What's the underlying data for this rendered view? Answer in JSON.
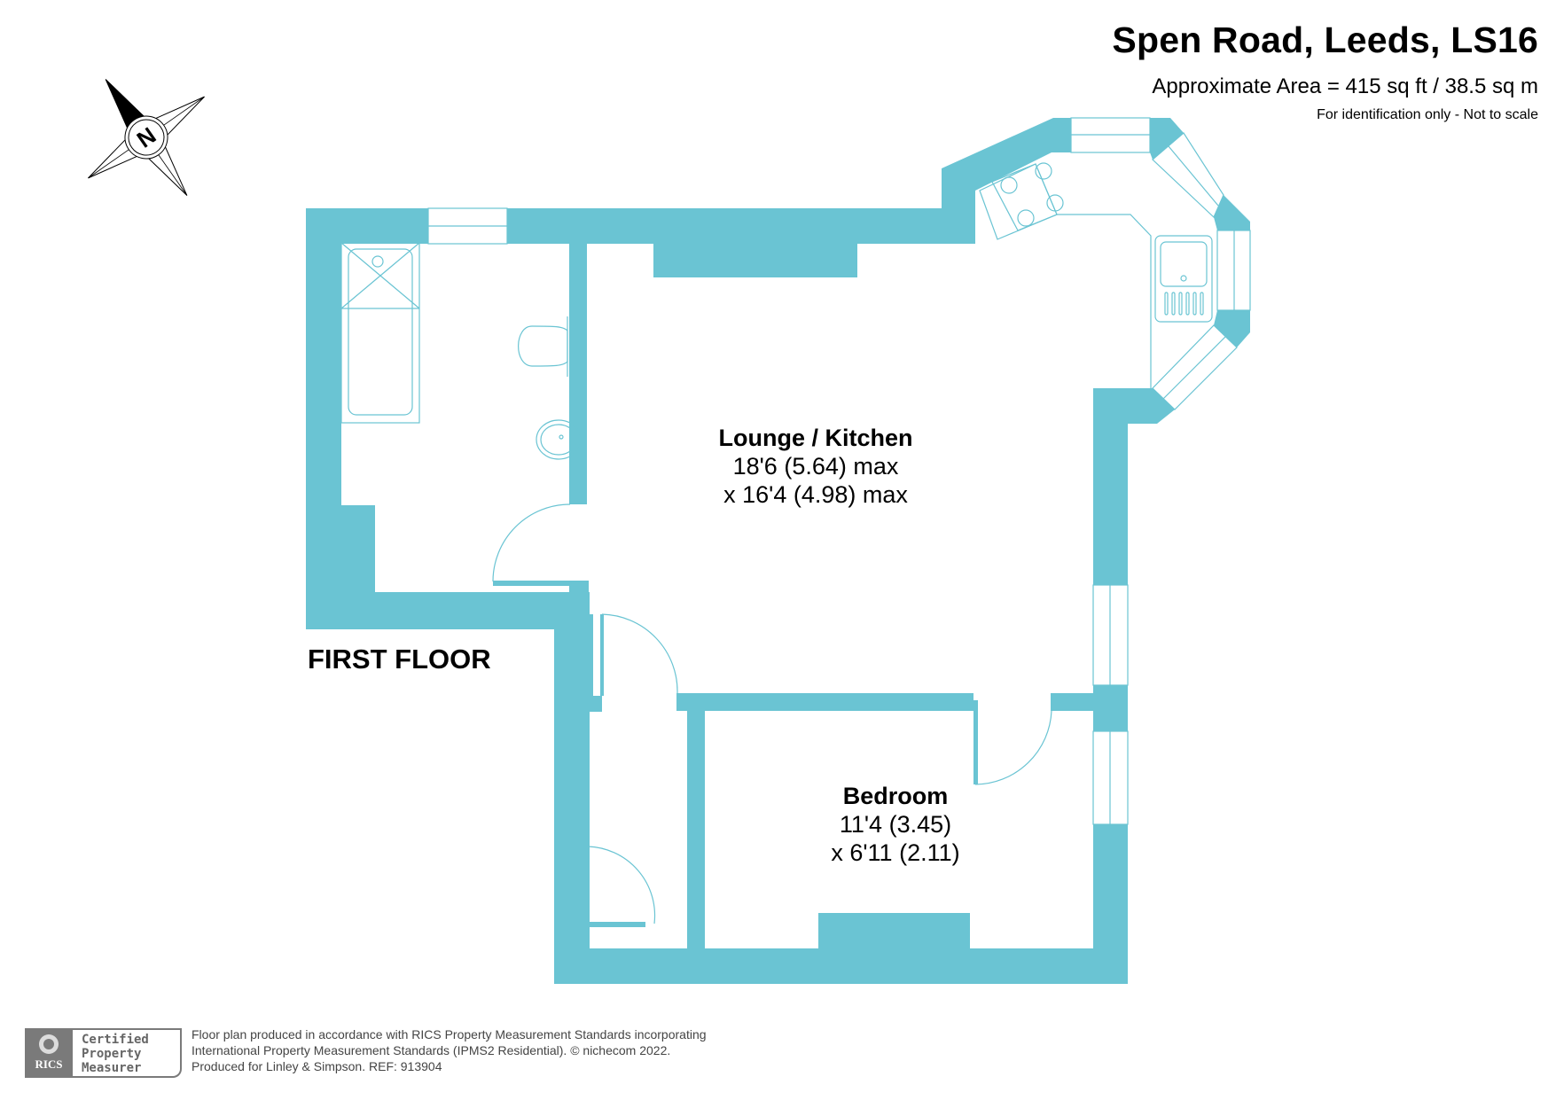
{
  "header": {
    "title": "Spen Road, Leeds, LS16",
    "area": "Approximate Area = 415 sq ft / 38.5 sq m",
    "disclaimer": "For identification only - Not to scale"
  },
  "compass": {
    "icon": "north-arrow-compass-icon",
    "letter": "N"
  },
  "floor": {
    "label": "FIRST FLOOR"
  },
  "rooms": [
    {
      "name": "Lounge / Kitchen",
      "dim1": "18'6 (5.64) max",
      "dim2": "x 16'4 (4.98) max"
    },
    {
      "name": "Bedroom",
      "dim1": "11'4 (3.45)",
      "dim2": "x 6'11 (2.11)"
    }
  ],
  "fixtures": [
    "bath",
    "toilet",
    "basin",
    "hob",
    "sink"
  ],
  "footer": {
    "badge": {
      "logo_text": "RICS",
      "line1": "Certified",
      "line2": "Property",
      "line3": "Measurer"
    },
    "line1": "Floor plan produced in accordance with RICS Property Measurement Standards incorporating",
    "line2": "International Property Measurement Standards (IPMS2 Residential).   © nichecom 2022.",
    "line3": "Produced for Linley & Simpson.   REF: 913904"
  },
  "colors": {
    "wall": "#6AC4D3",
    "fixture_line": "#6AC4D3",
    "text": "#000000",
    "footer_text": "#444444"
  }
}
